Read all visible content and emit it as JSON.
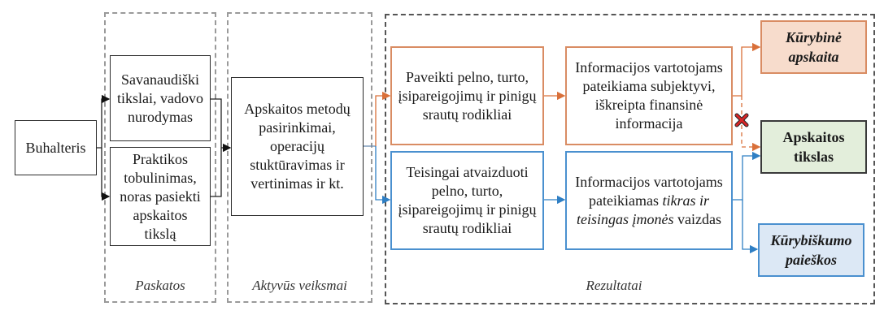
{
  "groups": {
    "paskatos": "Paskatos",
    "aktyvus": "Aktyvūs veiksmai",
    "rezultatai": "Rezultatai"
  },
  "nodes": {
    "buhalteris": "Buhalteris",
    "savanaudiski": "Savanaudiški tikslai, vadovo nurodymas",
    "praktikos": "Praktikos tobulinimas, noras pasiekti apskaitos tikslą",
    "apskaitos_metodu": "Apskaitos metodų pasirinkimai, operacijų stuktūravimas ir vertinimas ir kt.",
    "paveikti": "Paveikti pelno, turto, įsipareigojimų ir pinigų srautų rodikliai",
    "teisingai": "Teisingai atvaizduoti pelno, turto, įsipareigojimų ir pinigų srautų rodikliai",
    "info_subjektyvi": "Informacijos vartotojams pateikiama subjektyvi, iškreipta finansinė informacija",
    "info_tikras": {
      "prefix": "Informacijos vartotojams pateikiamas ",
      "italic": "tikras ir teisingas įmonės",
      "suffix": " vaizdas"
    },
    "kurybine": "Kūrybinė apskaita",
    "apskaitos_tikslas": "Apskaitos tikslas",
    "kurybiskumo": "Kūrybiškumo paieškos"
  },
  "colors": {
    "orange": "#d9703a",
    "orange_fill": "#f7dccc",
    "blue": "#2f7fc4",
    "blue_fill": "#dce8f5",
    "green_fill": "#e3eedb",
    "cross": "#d92626"
  }
}
